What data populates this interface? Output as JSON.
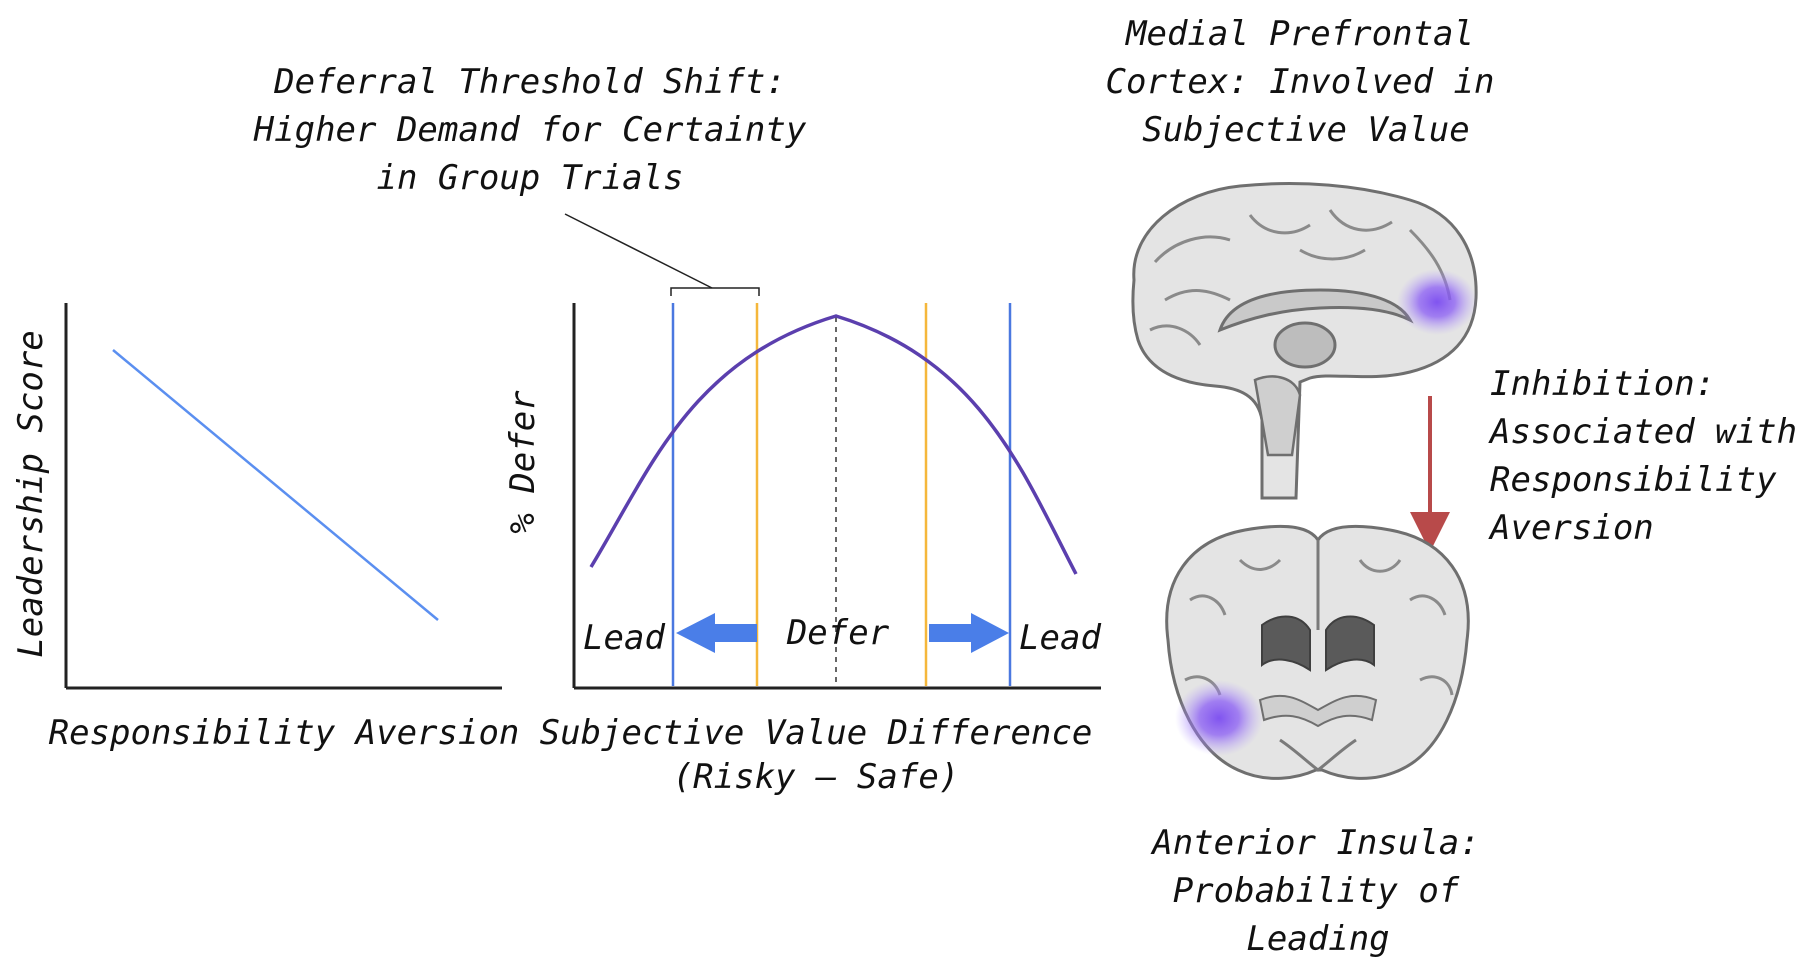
{
  "left_plot": {
    "y_label": "Leadership Score",
    "x_label": "Responsibility Aversion",
    "line_color": "#5b8ff0"
  },
  "middle_plot": {
    "y_label": "% Defer",
    "x_label_line1": "Subjective Value Difference",
    "x_label_line2": "(Risky – Safe)",
    "annotation_lines": [
      "Deferral Threshold Shift:",
      "Higher Demand for Certainty",
      "in Group Trials"
    ],
    "region_labels": {
      "left": "Lead",
      "center": "Defer",
      "right": "Lead"
    },
    "curve_color": "#5b3fae",
    "threshold_blue": "#4a78e0",
    "threshold_orange": "#f5b73b",
    "arrow_color": "#4a7ee8"
  },
  "brain_panel": {
    "top_label": [
      "Medial Prefrontal",
      "Cortex: Involved in",
      "Subjective Value"
    ],
    "bottom_label": [
      "Anterior Insula:",
      "Probability of",
      "Leading"
    ],
    "connection_label": [
      "Inhibition:",
      "Associated with",
      "Responsibility",
      "Aversion"
    ],
    "arrow_color": "#b84a4a",
    "highlight_color": "#7b4cf0"
  },
  "chart_data": [
    {
      "type": "line",
      "title": "",
      "xlabel": "Responsibility Aversion",
      "ylabel": "Leadership Score",
      "series": [
        {
          "x": [
            0.1,
            0.85
          ],
          "y": [
            0.9,
            0.15
          ]
        }
      ]
    },
    {
      "type": "line",
      "title": "",
      "xlabel": "Subjective Value Difference (Risky – Safe)",
      "ylabel": "% Defer",
      "series": [
        {
          "x": [
            -1.0,
            -0.5,
            0.0,
            0.5,
            1.0
          ],
          "y": [
            0.3,
            0.7,
            1.0,
            0.7,
            0.3
          ]
        }
      ]
    }
  ]
}
